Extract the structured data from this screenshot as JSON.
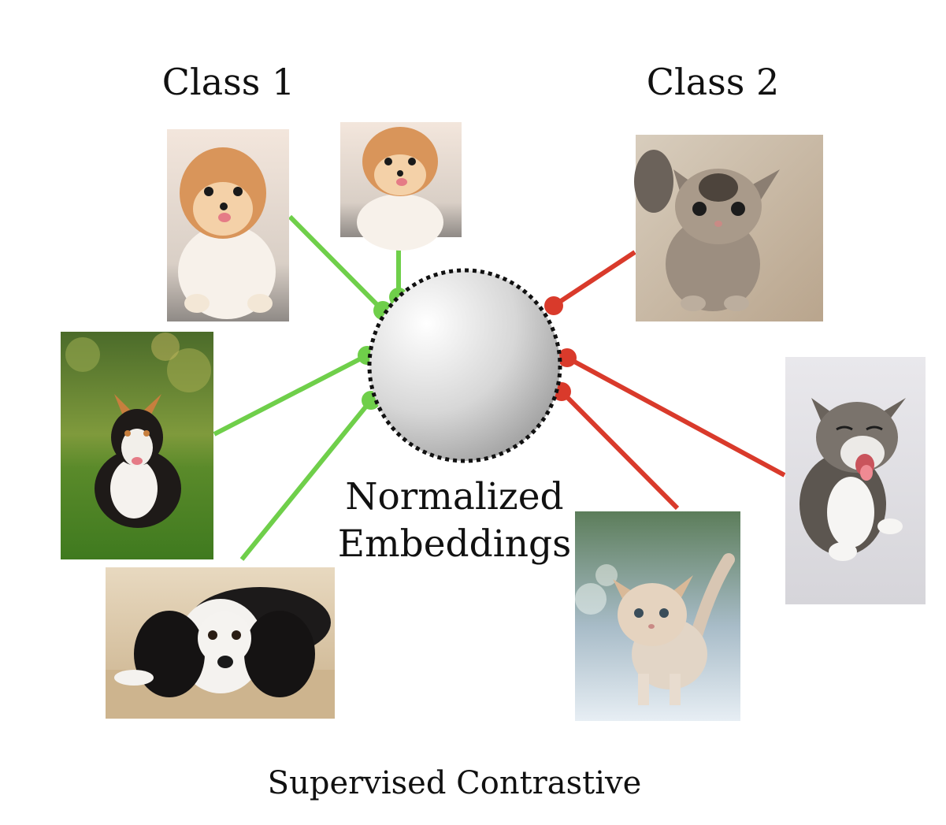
{
  "diagram": {
    "class1_label": "Class 1",
    "class2_label": "Class 2",
    "center_label_line1": "Normalized",
    "center_label_line2": "Embeddings",
    "caption": "Supervised Contrastive"
  },
  "colors": {
    "class1": "#6fcf4a",
    "class2": "#d93a2b",
    "sphere_dots": "#111111"
  },
  "images": {
    "class1": [
      "pomeranian-dog",
      "pomeranian-dog-augmented",
      "corgi-dog",
      "cavalier-spaniel-dog"
    ],
    "class2": [
      "tabby-kitten",
      "yawning-kitten",
      "cream-kitten"
    ]
  }
}
